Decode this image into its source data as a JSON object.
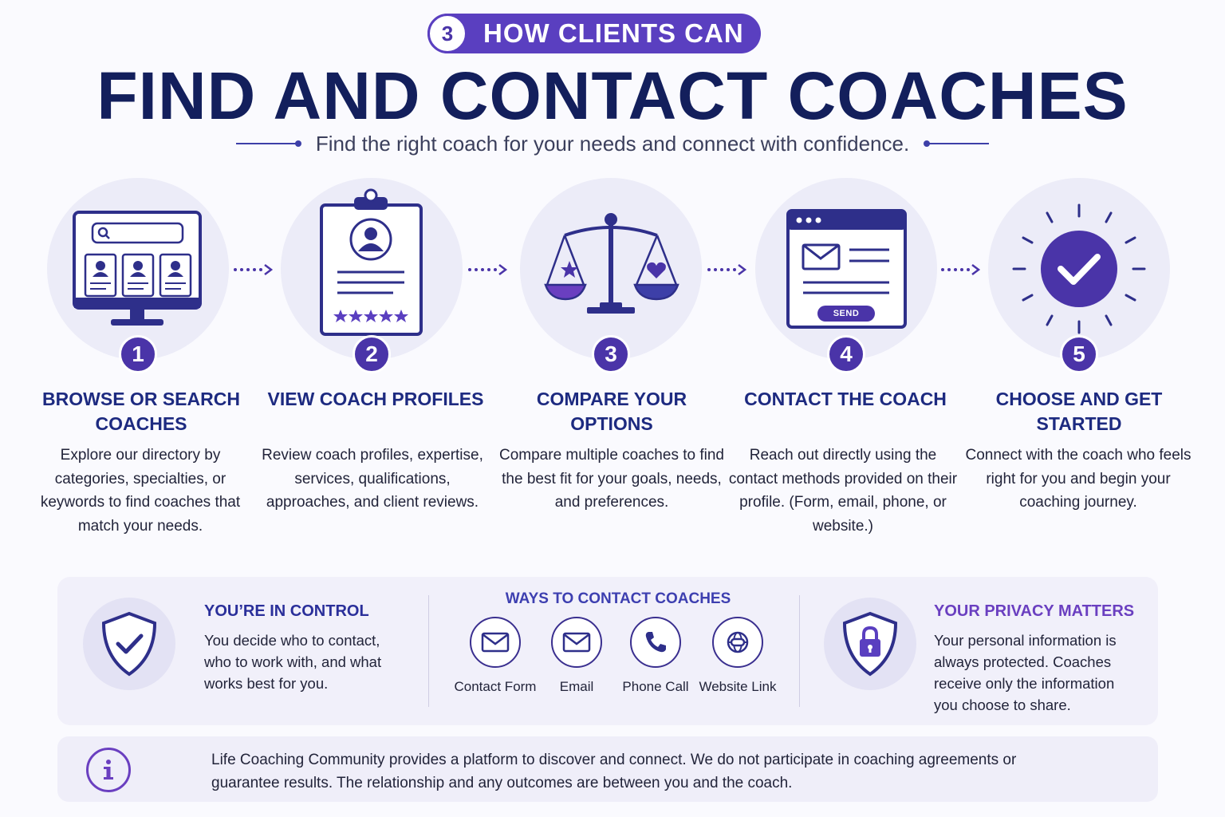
{
  "header": {
    "badge_number": "3",
    "badge_text": "HOW CLIENTS CAN",
    "title": "FIND AND CONTACT COACHES",
    "subtitle": "Find the right coach for your needs and connect with confidence."
  },
  "steps": [
    {
      "number": "1",
      "title": "BROWSE OR SEARCH COACHES",
      "icon": "monitor-directory-icon",
      "description": "Explore our directory by categories, specialties, or keywords to find coaches that match your needs."
    },
    {
      "number": "2",
      "title": "VIEW COACH PROFILES",
      "icon": "clipboard-profile-icon",
      "description": "Review coach profiles, expertise, services, qualifications, approaches, and client reviews."
    },
    {
      "number": "3",
      "title": "COMPARE YOUR OPTIONS",
      "icon": "balance-scale-icon",
      "description": "Compare multiple coaches to find the best fit for your goals, needs, and preferences."
    },
    {
      "number": "4",
      "title": "CONTACT THE COACH",
      "icon": "contact-form-icon",
      "send_label": "SEND",
      "description": "Reach out directly using the contact methods provided on their profile. (Form, email, phone, or website.)"
    },
    {
      "number": "5",
      "title": "CHOOSE AND GET STARTED",
      "icon": "checkmark-burst-icon",
      "description": "Connect with the coach who feels right for you and begin your coaching journey."
    }
  ],
  "panel": {
    "control": {
      "title": "YOU’RE IN CONTROL",
      "text": "You decide who to contact, who to work with, and what works best for you.",
      "icon": "shield-check-icon"
    },
    "ways": {
      "title": "WAYS TO CONTACT COACHES",
      "items": [
        {
          "label": "Contact Form",
          "icon": "envelope-icon"
        },
        {
          "label": "Email",
          "icon": "envelope-icon"
        },
        {
          "label": "Phone Call",
          "icon": "phone-icon"
        },
        {
          "label": "Website Link",
          "icon": "link-globe-icon"
        }
      ]
    },
    "privacy": {
      "title": "YOUR PRIVACY MATTERS",
      "text": "Your personal information is always protected. Coaches receive only the information you choose to share.",
      "icon": "shield-lock-icon"
    }
  },
  "disclaimer": {
    "icon": "info-icon",
    "text": "Life Coaching Community provides a platform to discover and connect. We do not participate in coaching agreements or guarantee results. The relationship and any outcomes are between you and the coach."
  },
  "colors": {
    "primary": "#4a34a8",
    "navy": "#131f5c",
    "accent_purple": "#6a3fc0",
    "circle_bg": "#ececf8"
  }
}
